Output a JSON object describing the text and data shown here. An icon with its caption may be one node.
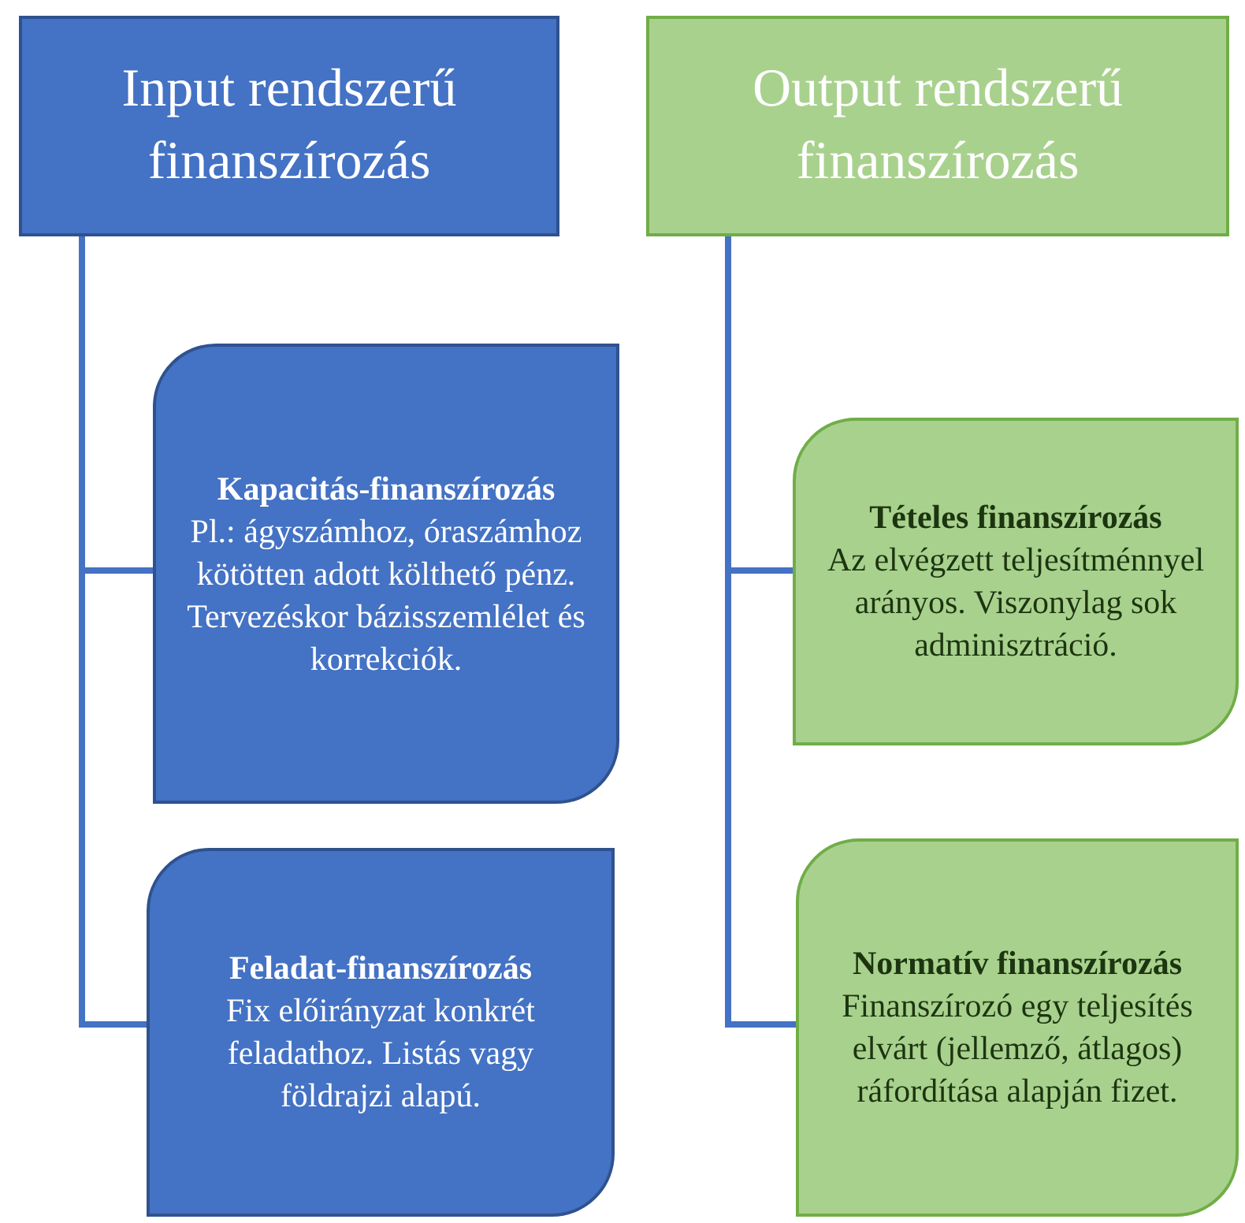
{
  "diagram": {
    "nodes": [
      {
        "text": [
          "Input rendszerű finanszírozás"
        ]
      },
      {
        "text": [
          "Kapacitás-finanszírozás",
          "Pl.: ágyszámhoz, óraszámhoz kötötten adott költhető pénz. Tervezéskor bázisszemlélet és korrekciók."
        ]
      },
      {
        "text": [
          "Feladat-finanszírozás",
          "Fix előirányzat konkrét feladathoz. Listás vagy földrajzi alapú."
        ]
      },
      {
        "text": [
          "Output rendszerű finanszírozás"
        ]
      },
      {
        "text": [
          "Tételes finanszírozás",
          "Az elvégzett teljesítménnyel arányos. Viszonylag sok adminisztráció."
        ]
      },
      {
        "text": [
          "Normatív finanszírozás",
          "Finanszírozó egy teljesítés elvárt (jellemző, átlagos) ráfordítása alapján fizet."
        ]
      }
    ],
    "edges": [
      {
        "from": 0,
        "to": 1,
        "arrow": "none"
      },
      {
        "from": 0,
        "to": 2,
        "arrow": "none"
      },
      {
        "from": 3,
        "to": 4,
        "arrow": "none"
      },
      {
        "from": 3,
        "to": 5,
        "arrow": "none"
      }
    ]
  }
}
